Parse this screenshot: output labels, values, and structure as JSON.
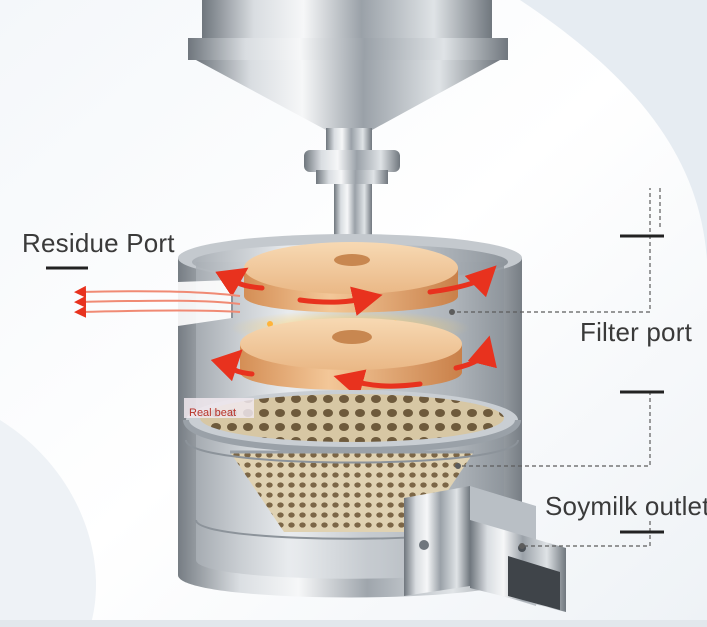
{
  "labels": {
    "residue_port": "Residue Port",
    "filter_port": "Filter port",
    "soymilk_outlet": "Soymilk outlet"
  },
  "badge": {
    "text": "Real beat"
  },
  "colors": {
    "steel_light": "#e9ecef",
    "steel_mid": "#b7bdc3",
    "steel_dark": "#6f767d",
    "millstone": "#f2c89a",
    "millstone_edge": "#d99b63",
    "arrow_red": "#e8321e",
    "label_text": "#3a3a3a",
    "leader_line": "#5c5c5c"
  }
}
